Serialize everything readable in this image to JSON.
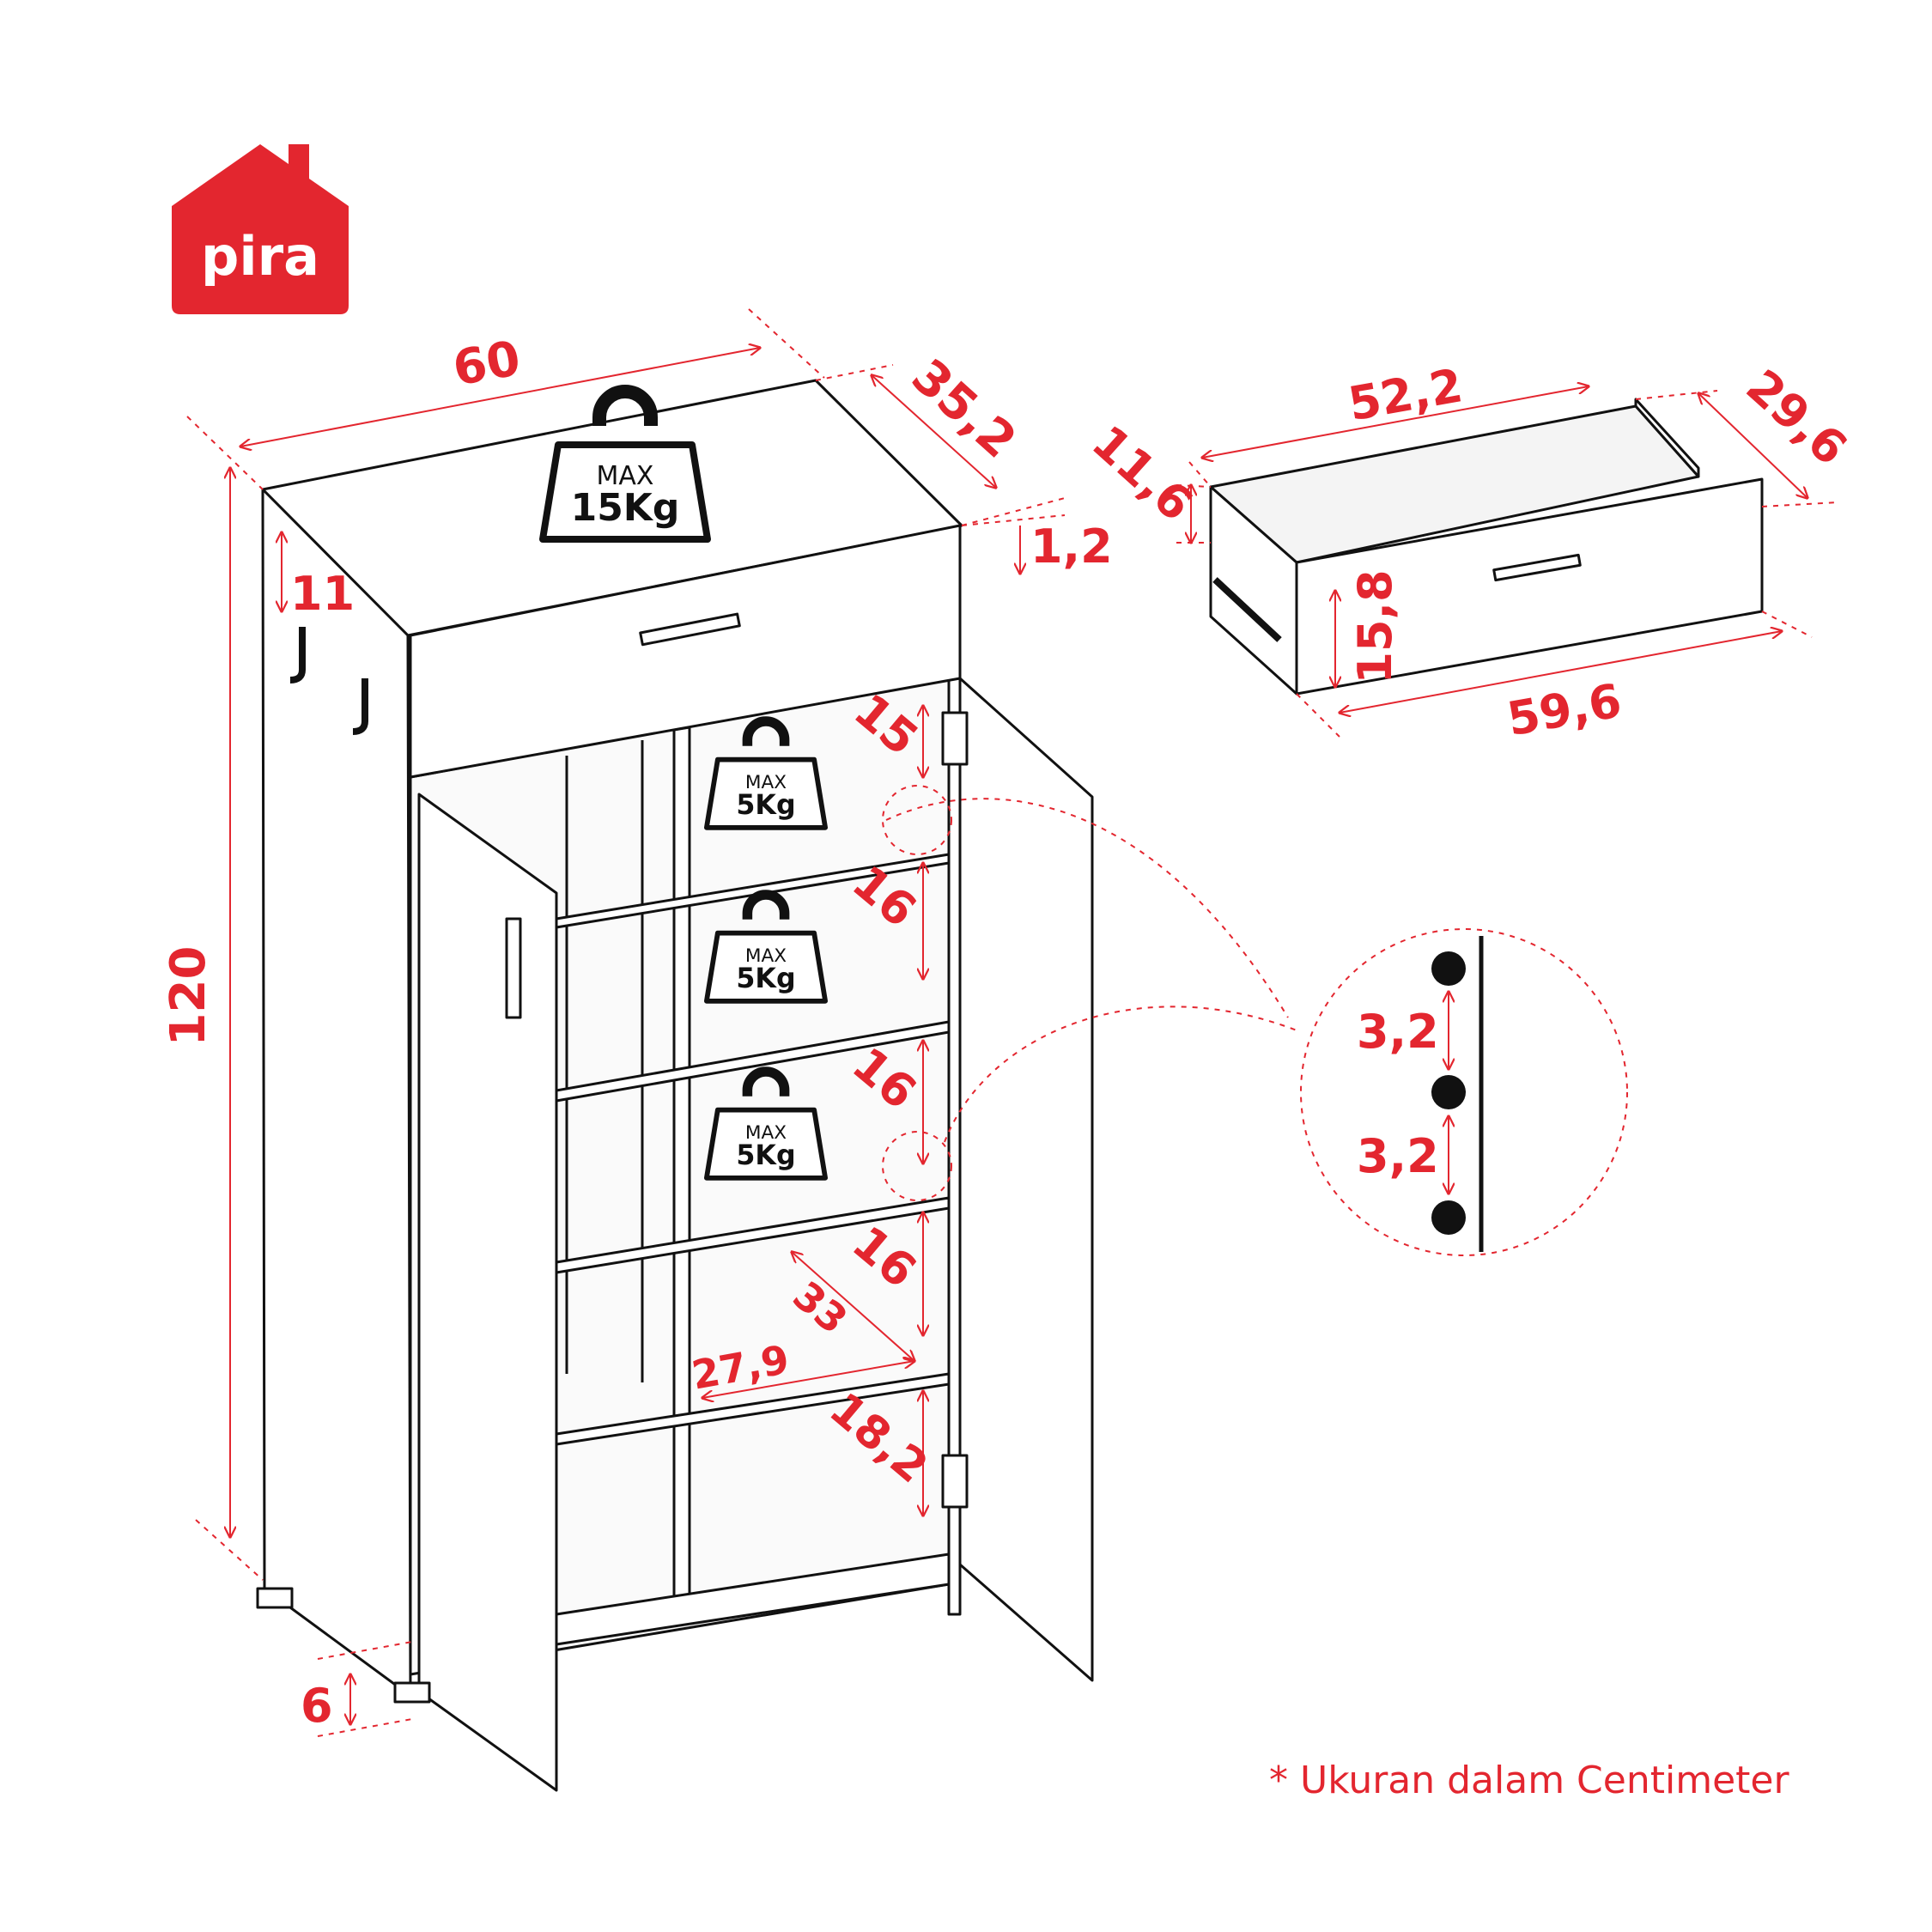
{
  "brand": {
    "name": "pira",
    "color": "#e3262f"
  },
  "footnote": "* Ukuran dalam Centimeter",
  "colors": {
    "dimension": "#e3262f",
    "line": "#111111"
  },
  "cabinet": {
    "width": "60",
    "depth": "35,2",
    "height": "120",
    "top_thickness": "1,2",
    "hook_offset": "11",
    "foot_height": "6",
    "shelf_gap_top": "15",
    "shelf_gap_2": "16",
    "shelf_gap_3": "16",
    "shelf_gap_4": "16",
    "bottom_gap": "18,2",
    "shelf_depth": "33",
    "shelf_width": "27,9"
  },
  "weights": {
    "top": {
      "max": "MAX",
      "load": "15Kg"
    },
    "shelf": {
      "max": "MAX",
      "load": "5Kg"
    }
  },
  "drawer": {
    "width_top": "52,2",
    "depth": "29,6",
    "height": "11,6",
    "front_height": "15,8",
    "front_width": "59,6"
  },
  "detail": {
    "hole_spacing_1": "3,2",
    "hole_spacing_2": "3,2"
  }
}
